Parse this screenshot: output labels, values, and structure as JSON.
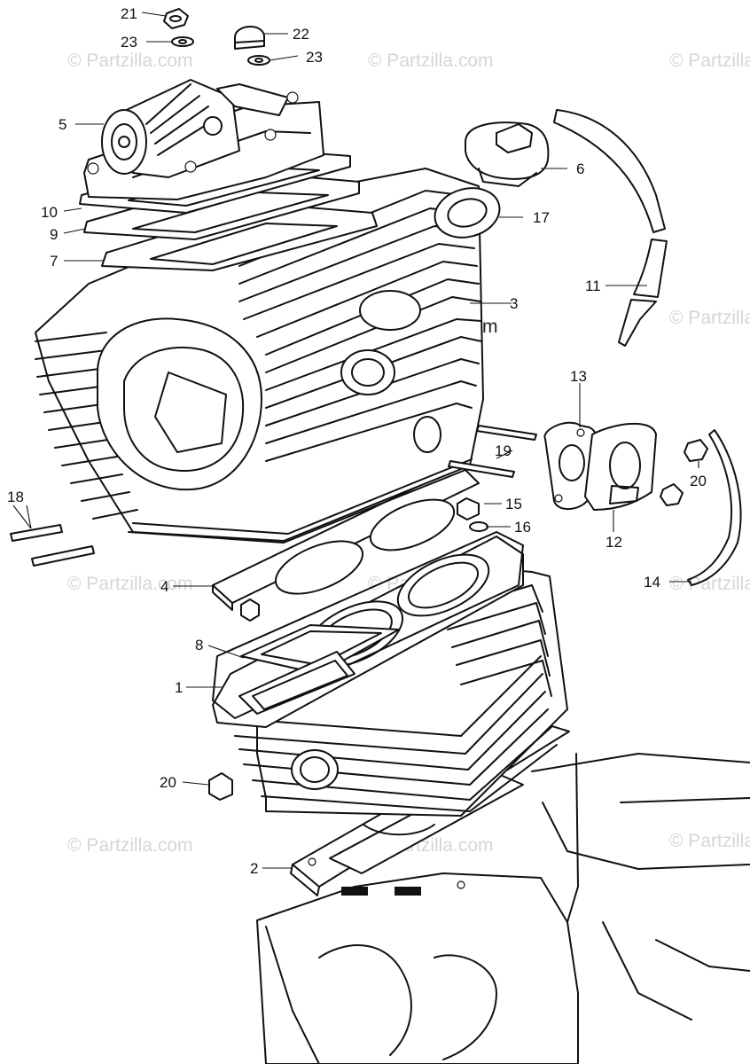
{
  "watermark": "© Partzilla.com",
  "callouts": [
    "21",
    "23",
    "22",
    "23",
    "5",
    "6",
    "17",
    "10",
    "9",
    "7",
    "11",
    "3",
    "13",
    "19",
    "20",
    "18",
    "15",
    "16",
    "12",
    "4",
    "14",
    "8",
    "1",
    "20",
    "2"
  ],
  "ink_color": "#111111",
  "stipple_color": "#888888"
}
